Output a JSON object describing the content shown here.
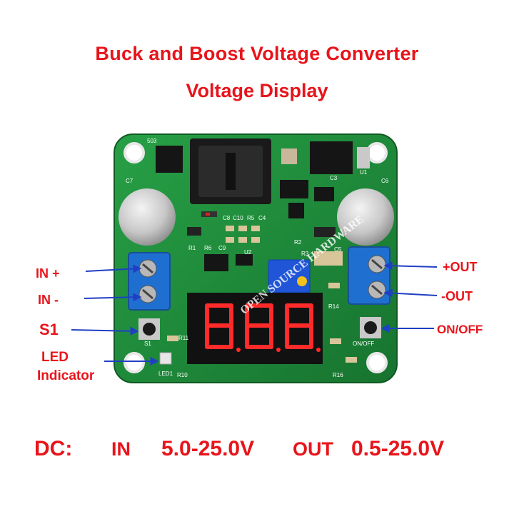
{
  "title_line1": "Buck and Boost Voltage Converter",
  "title_line2": "Voltage Display",
  "labels": {
    "in_plus": "IN +",
    "in_minus": "IN -",
    "s1": "S1",
    "led_line1": "LED",
    "led_line2": "Indicator",
    "out_plus": "+OUT",
    "out_minus": "-OUT",
    "on_off": "ON/OFF"
  },
  "spec": {
    "dc": "DC:",
    "in": "IN",
    "in_range": "5.0-25.0V",
    "out": "OUT",
    "out_range": "0.5-25.0V"
  },
  "board_text": {
    "display": "8.8.8.",
    "watermark": "OPEN SOURCE HARDWARE",
    "silk": [
      "C3",
      "U1",
      "C7",
      "C6",
      "C8",
      "C10",
      "R5",
      "C4",
      "R1",
      "R6",
      "C9",
      "R3",
      "C5",
      "R2",
      "U2",
      "R11",
      "R10",
      "R16",
      "R14",
      "S1",
      "LED1",
      "ON/OFF",
      "503"
    ]
  },
  "colors": {
    "accent": "#e8141b",
    "pcb": "#1f8a3c",
    "arrow": "#1f3fc4",
    "terminal": "#1f6fd0",
    "segment": "#ff2a2a"
  }
}
